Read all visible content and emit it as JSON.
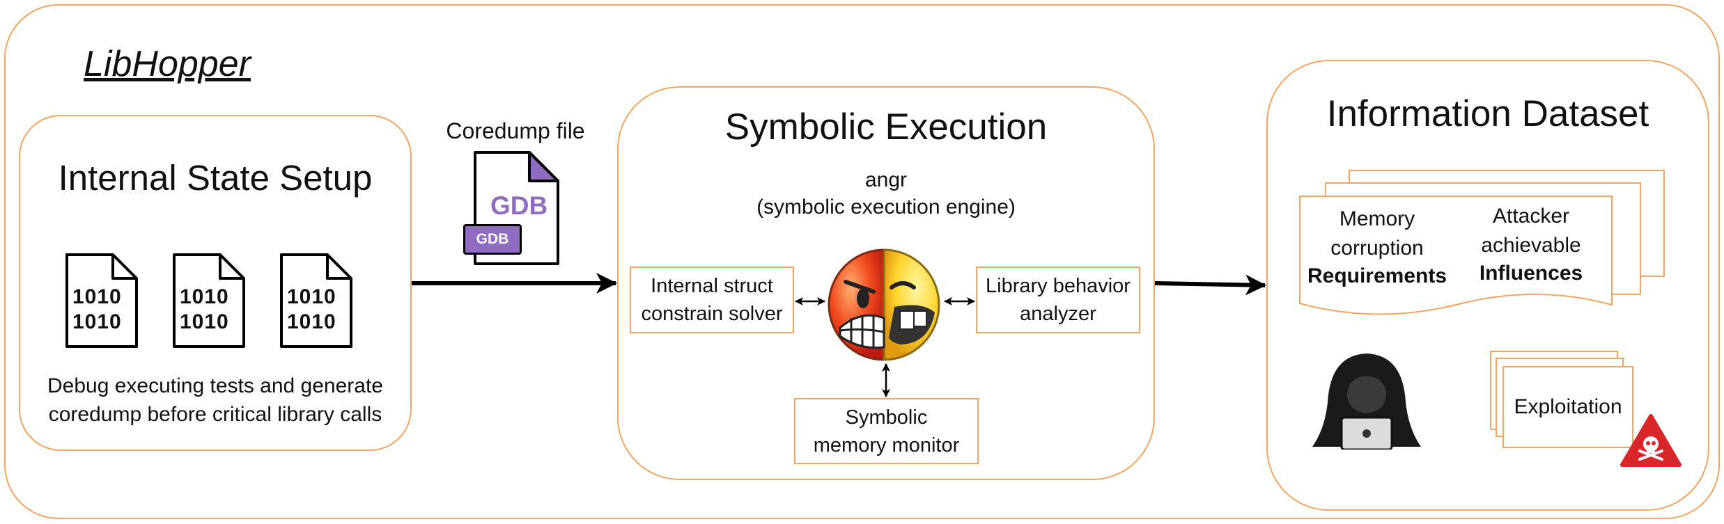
{
  "title": "LibHopper",
  "setup": {
    "title": "Internal State Setup",
    "caption_line1": "Debug executing tests and generate",
    "caption_line2": "coredump before critical library calls",
    "file_glyph_top": "1010",
    "file_glyph_bottom": "1010"
  },
  "coredump": {
    "label": "Coredump file",
    "gdb_large": "GDB",
    "gdb_badge": "GDB"
  },
  "symbolic": {
    "title": "Symbolic Execution",
    "engine_line1": "angr",
    "engine_line2": "(symbolic execution engine)",
    "solver_line1": "Internal struct",
    "solver_line2": "constrain solver",
    "analyzer_line1": "Library behavior",
    "analyzer_line2": "analyzer",
    "monitor_line1": "Symbolic",
    "monitor_line2": "memory monitor"
  },
  "dataset": {
    "title": "Information Dataset",
    "memory_line1": "Memory",
    "memory_line2": "corruption",
    "memory_line3": "Requirements",
    "attacker_line1": "Attacker",
    "attacker_line2": "achievable",
    "attacker_line3": "Influences",
    "exploitation": "Exploitation"
  },
  "colors": {
    "orange_border": "#f4a460",
    "gdb_purple": "#8e6cc0",
    "warning_red": "#d9262b"
  },
  "icons": [
    "binary-file-icon",
    "gdb-file-icon",
    "angry-grin-face-icon",
    "hacker-icon",
    "skull-warning-icon"
  ]
}
